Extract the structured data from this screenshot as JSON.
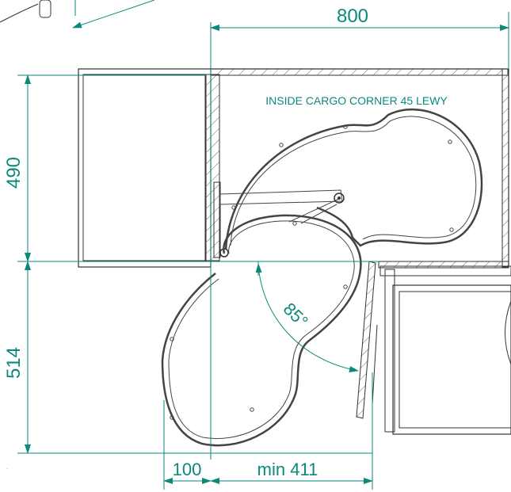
{
  "title": "INSIDE CARGO CORNER 45 LEWY",
  "dimensions": {
    "top_width": "800",
    "left_upper_height": "490",
    "left_lower_height": "514",
    "bottom_offset": "100",
    "bottom_min_depth": "min 411",
    "angle": "85°"
  },
  "colors": {
    "dimension_lines": "#0b8a7c",
    "cabinet_lines": "#333333",
    "basket_lines": "#444444"
  }
}
